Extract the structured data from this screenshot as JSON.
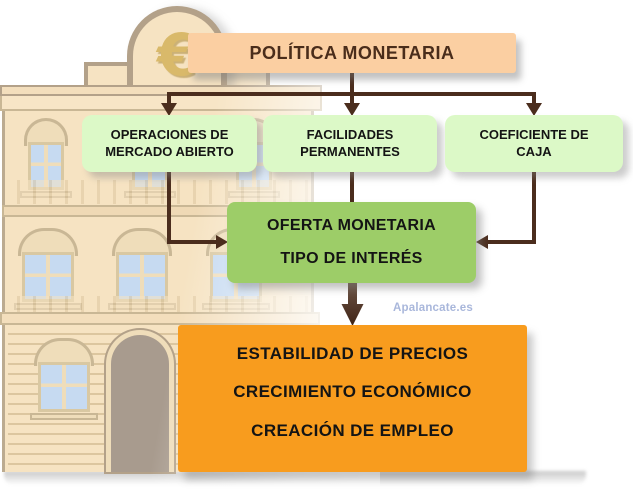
{
  "diagram": {
    "type": "flowchart",
    "policy": {
      "label": "POLÍTICA MONETARIA"
    },
    "instruments": [
      {
        "lines": [
          "OPERACIONES DE",
          "MERCADO ABIERTO"
        ]
      },
      {
        "lines": [
          "FACILIDADES",
          "PERMANENTES"
        ]
      },
      {
        "lines": [
          "COEFICIENTE DE",
          "CAJA"
        ]
      }
    ],
    "intermediate": {
      "lines": [
        "OFERTA MONETARIA",
        "TIPO DE INTERÉS"
      ]
    },
    "objectives": {
      "lines": [
        "ESTABILIDAD DE PRECIOS",
        "CRECIMIENTO ECONÓMICO",
        "CREACIÓN DE EMPLEO"
      ]
    },
    "edges": [
      {
        "from": "POLÍTICA MONETARIA",
        "to": "OPERACIONES DE MERCADO ABIERTO"
      },
      {
        "from": "POLÍTICA MONETARIA",
        "to": "FACILIDADES PERMANENTES"
      },
      {
        "from": "POLÍTICA MONETARIA",
        "to": "COEFICIENTE DE CAJA"
      },
      {
        "from": "OPERACIONES DE MERCADO ABIERTO",
        "to": "OFERTA MONETARIA / TIPO DE INTERÉS"
      },
      {
        "from": "FACILIDADES PERMANENTES",
        "to": "OFERTA MONETARIA / TIPO DE INTERÉS"
      },
      {
        "from": "COEFICIENTE DE CAJA",
        "to": "OFERTA MONETARIA / TIPO DE INTERÉS"
      },
      {
        "from": "OFERTA MONETARIA / TIPO DE INTERÉS",
        "to": "ESTABILIDAD DE PRECIOS / CRECIMIENTO ECONÓMICO / CREACIÓN DE EMPLEO"
      }
    ]
  },
  "icons": {
    "euro_symbol": "€"
  },
  "watermark": {
    "text": "Apalancate.es",
    "color": "#A9B7DB"
  },
  "colors": {
    "policy_box": "#FBCFA2",
    "policy_text": "#4A2D1B",
    "instrument_box": "#DCF9C7",
    "intermediate_box": "#9DCD68",
    "objectives_box": "#F89C1E",
    "node_text": "#141414",
    "arrow": "#4B2D1D",
    "building_cream": "#F6E3C2",
    "building_outline": "#B3A189",
    "window_blue": "#C6DAF1",
    "euro_gold": "#D9B96A"
  }
}
